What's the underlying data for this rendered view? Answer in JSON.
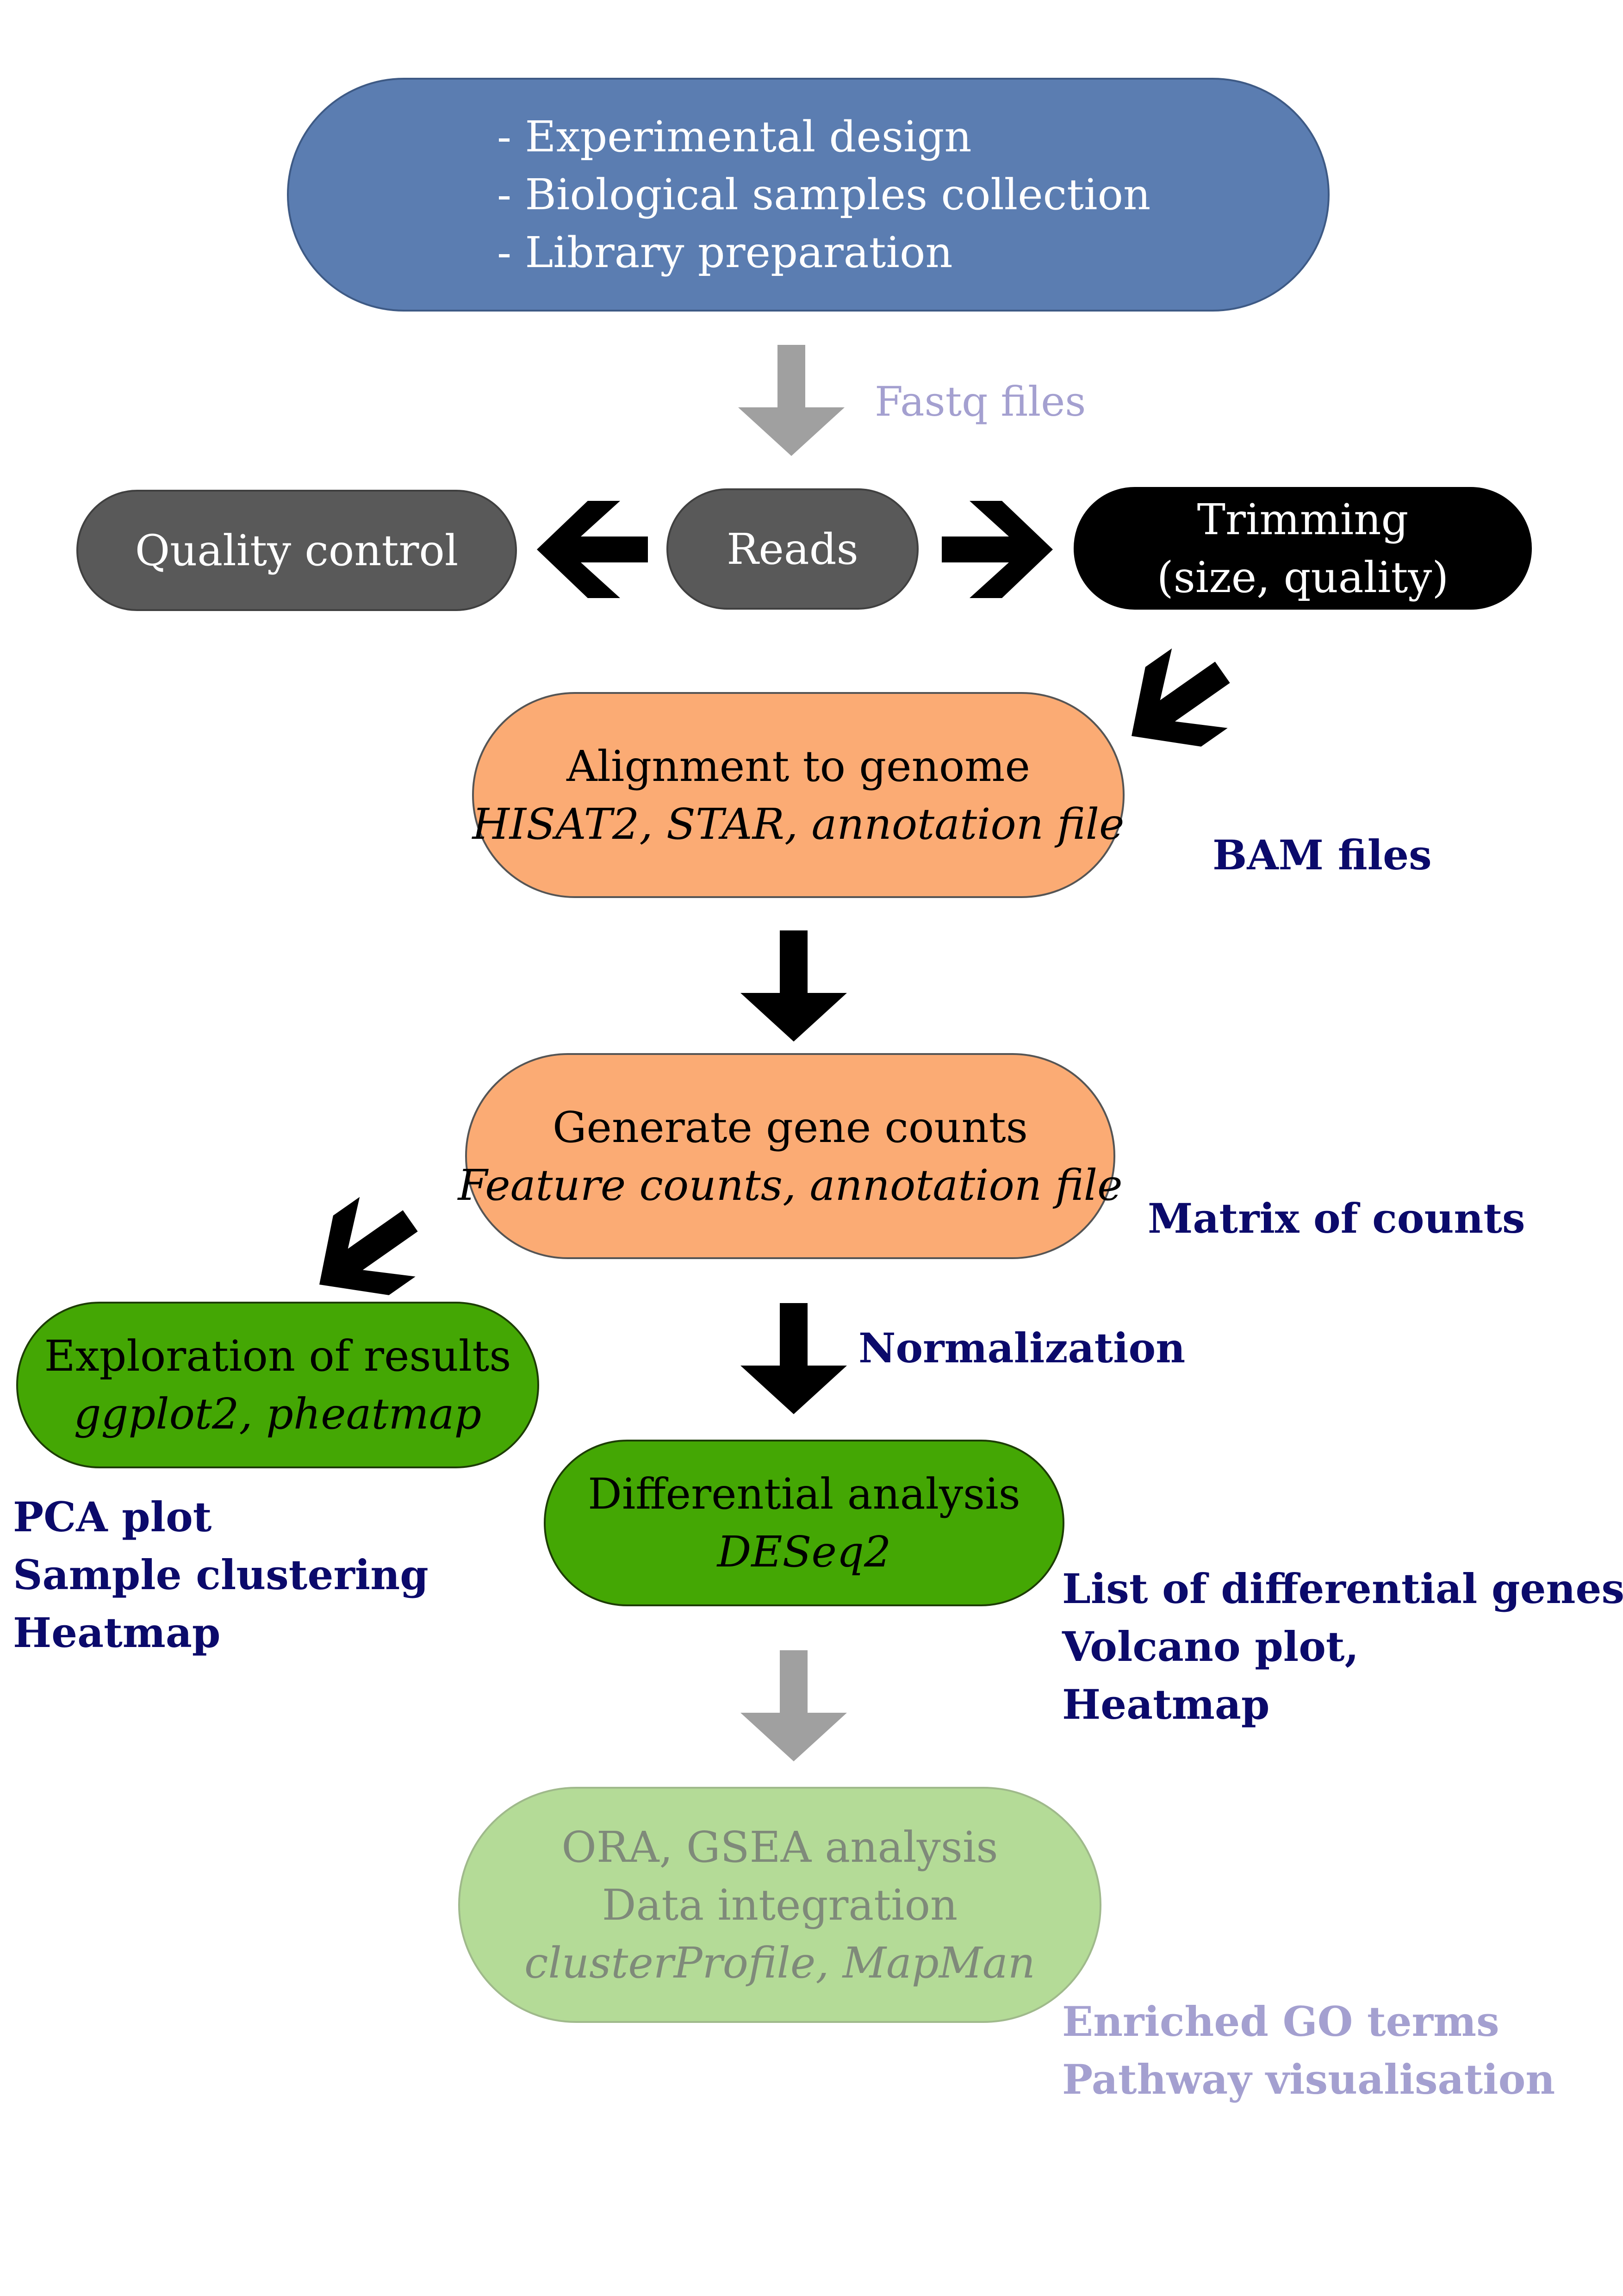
{
  "colors": {
    "blue": "#5b7db1",
    "dark_gray": "#595959",
    "black": "#000000",
    "orange": "#fbab74",
    "green": "#44a704",
    "light_green": "#b4db97",
    "label_navy": "#0b0a6b",
    "label_faded": "#a4a0d0",
    "arrow_gray": "#a0a0a0"
  },
  "nodes": {
    "design": {
      "lines": [
        "- Experimental design",
        "- Biological samples collection",
        "- Library preparation"
      ]
    },
    "quality": {
      "line1": "Quality control"
    },
    "reads": {
      "line1": "Reads"
    },
    "trimming": {
      "line1": "Trimming",
      "line2": "(size, quality)"
    },
    "alignment": {
      "title": "Alignment to genome",
      "tools": "HISAT2, STAR, annotation file"
    },
    "counts": {
      "title": "Generate gene counts",
      "tools": "Feature counts, annotation file"
    },
    "exploration": {
      "title": "Exploration of results",
      "tools": "ggplot2, pheatmap"
    },
    "differential": {
      "title": "Differential analysis",
      "tools": "DESeq2"
    },
    "enrichment": {
      "line1": "ORA, GSEA analysis",
      "line2": "Data integration",
      "tools": "clusterProfile, MapMan"
    }
  },
  "labels": {
    "fastq": "Fastq files",
    "bam": "BAM files",
    "matrix": "Matrix of counts",
    "normalization": "Normalization",
    "exploration_out": [
      "PCA plot",
      "Sample clustering",
      "Heatmap"
    ],
    "differential_out": [
      "List of differential genes",
      "Volcano plot,",
      "Heatmap"
    ],
    "enrichment_out": [
      "Enriched GO terms",
      "Pathway visualisation"
    ]
  }
}
